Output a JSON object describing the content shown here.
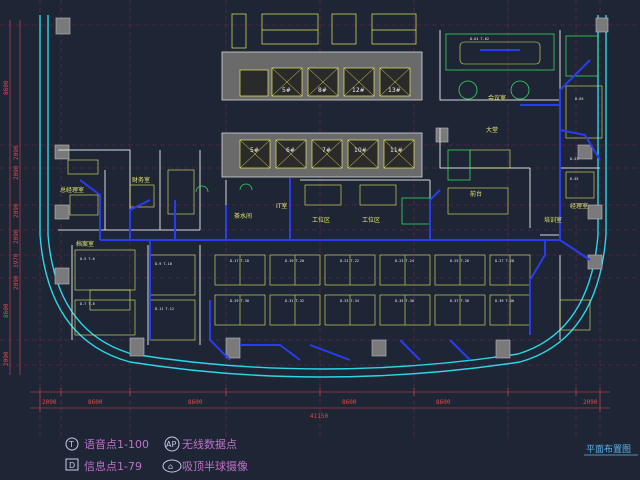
{
  "plan": {
    "overall_dim": "41150",
    "bottom_dims": [
      "2090",
      "8600",
      "8600",
      "8600",
      "8600",
      "2090"
    ],
    "left_dims": [
      "8600",
      "2090",
      "2090",
      "2090",
      "2090",
      "3970",
      "2090",
      "8600",
      "2090"
    ],
    "elevators_top": [
      "5#",
      "8#",
      "12#",
      "13#"
    ],
    "elevators_mid": [
      "5#",
      "6#",
      "7#",
      "10#",
      "11#"
    ],
    "rooms": {
      "reception": "前台",
      "meeting": "会议室",
      "office": "总经理室",
      "finance": "财务室",
      "it_room": "IT室",
      "workstation_a": "工位区",
      "workstation_b": "工位区",
      "tea": "茶水间",
      "lobby": "大堂",
      "manager": "经理室",
      "training": "培训室",
      "archive": "档案室"
    }
  },
  "legend": {
    "item1": {
      "symbol": "T",
      "label": "语音点1-100"
    },
    "item2": {
      "symbol": "D",
      "label": "信息点1-79"
    },
    "item3": {
      "symbol": "AP",
      "label": "无线数据点"
    },
    "item4": {
      "symbol": "⌂",
      "label": "吸顶半球摄像"
    }
  },
  "title": "平面布置图",
  "colors": {
    "background": "#1e2636",
    "grid": "#7a3050",
    "wall": "#d8d8d8",
    "facade": "#28d8e8",
    "furniture": "#e8e860",
    "network": "#2a3cf0",
    "dimension": "#e04848"
  }
}
